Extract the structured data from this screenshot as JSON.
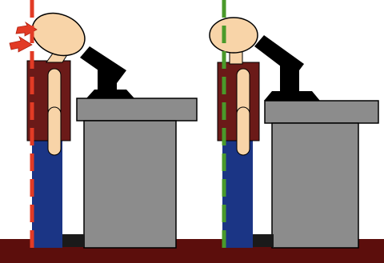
{
  "colors": {
    "background": "#ffffff",
    "floor": "#5c0e0c",
    "skin": "#f8d4a8",
    "outline": "#000000",
    "shirt": "#6b1a18",
    "pants": "#1b3585",
    "podium": "#8c8c8c",
    "microscope": "#000000",
    "bad_line": "#e23b25",
    "good_line": "#4a9a2a",
    "strain_arrows": "#e23b25"
  },
  "panels": [
    {
      "posture": "hunched",
      "alignment_line": "red-dashed",
      "strain_indicator": "neck-strain-arrows"
    },
    {
      "posture": "upright",
      "alignment_line": "green-dashed",
      "strain_indicator": "none"
    }
  ]
}
